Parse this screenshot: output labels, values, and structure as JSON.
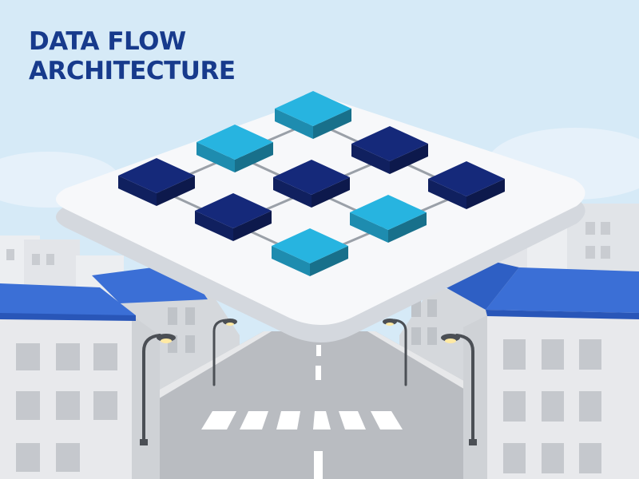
{
  "title": {
    "line1": "DATA FLOW",
    "line2": "ARCHITECTURE"
  },
  "palette": {
    "sky": "#d6eaf7",
    "title_text": "#173a8c",
    "platform": "#f7f8fa",
    "node_dark": "#15297a",
    "node_light": "#27b4e0",
    "connector": "#9aa0a8",
    "roof_blue": "#3b6fd6",
    "road": "#b9bcc1"
  },
  "nodes": [
    {
      "shade": "dark"
    },
    {
      "shade": "light"
    },
    {
      "shade": "light"
    },
    {
      "shade": "dark"
    },
    {
      "shade": "dark"
    },
    {
      "shade": "dark"
    },
    {
      "shade": "light"
    },
    {
      "shade": "light"
    },
    {
      "shade": "dark"
    }
  ]
}
